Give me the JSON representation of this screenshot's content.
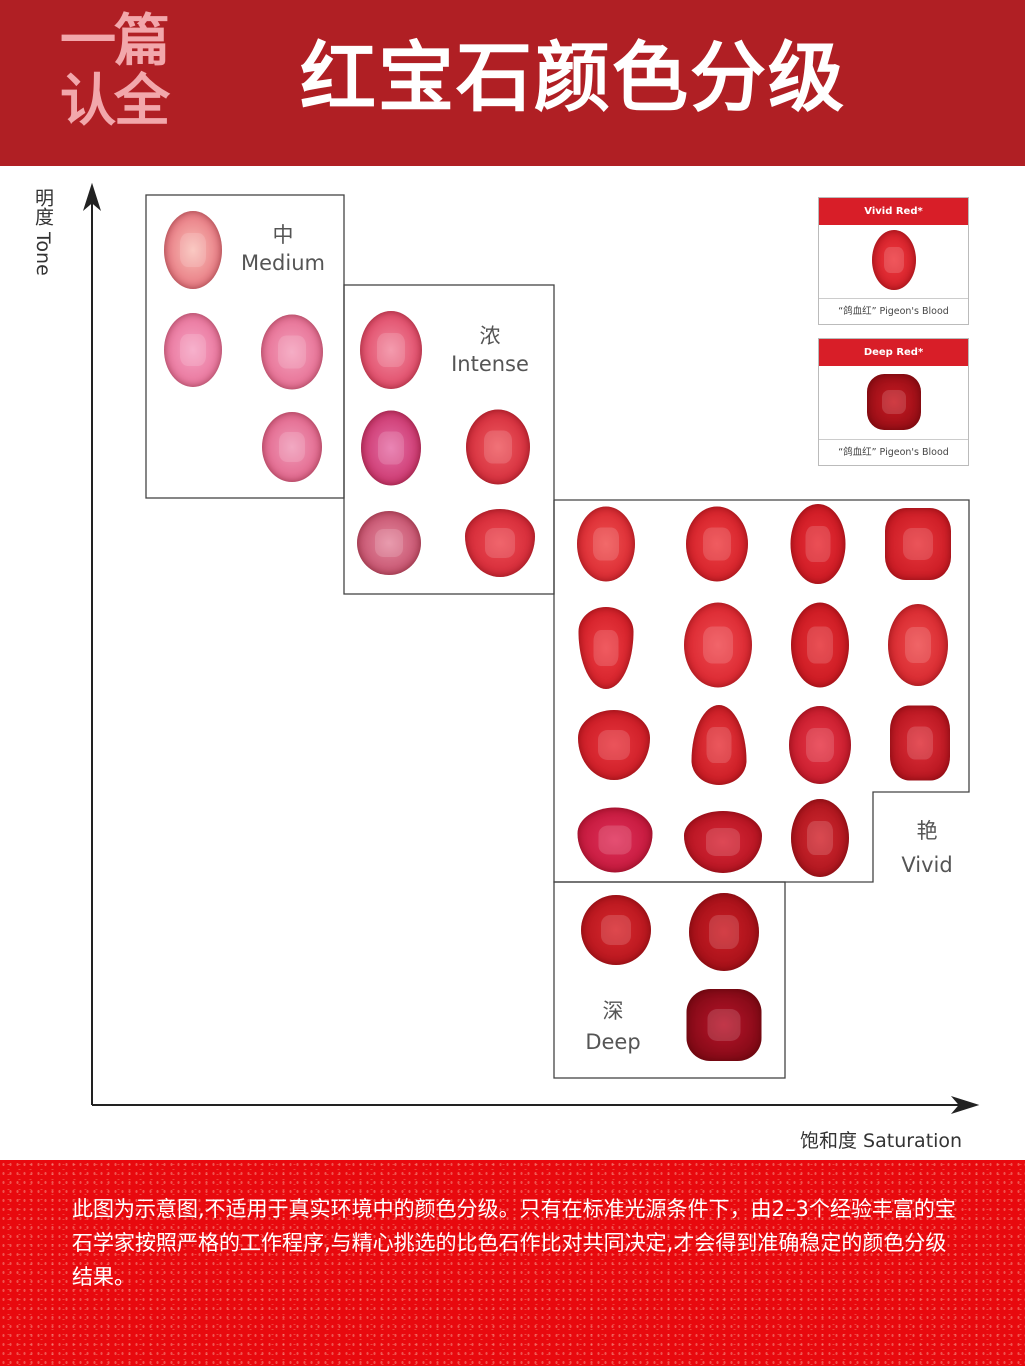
{
  "header": {
    "badge_line1": "一篇",
    "badge_line2": "认全",
    "title": "红宝石颜色分级"
  },
  "axes": {
    "y_label": "明度 Tone",
    "x_label": "饱和度 Saturation"
  },
  "groups": {
    "medium": {
      "cn": "中",
      "en": "Medium"
    },
    "intense": {
      "cn": "浓",
      "en": "Intense"
    },
    "vivid": {
      "cn": "艳",
      "en": "Vivid"
    },
    "deep": {
      "cn": "深",
      "en": "Deep"
    }
  },
  "cards": [
    {
      "title": "Vivid Red*",
      "caption": "“鸽血红” Pigeon's Blood",
      "gem_color": "#d41a22"
    },
    {
      "title": "Deep Red*",
      "caption": "“鸽血红” Pigeon's Blood",
      "gem_color": "#a8121a"
    }
  ],
  "footer": {
    "note": "此图为示意图,不适用于真实环境中的颜色分级。只有在标准光源条件下，由2–3个经验丰富的宝石学家按照严格的工作程序,与精心挑选的比色石作比对共同决定,才会得到准确稳定的颜色分级结果。"
  },
  "colors": {
    "header": "#b01f24",
    "footer": "#e8090e",
    "medium": "#ec7a98",
    "intense": "#d8334d",
    "vivid": "#d81c28",
    "deep": "#a31019"
  }
}
